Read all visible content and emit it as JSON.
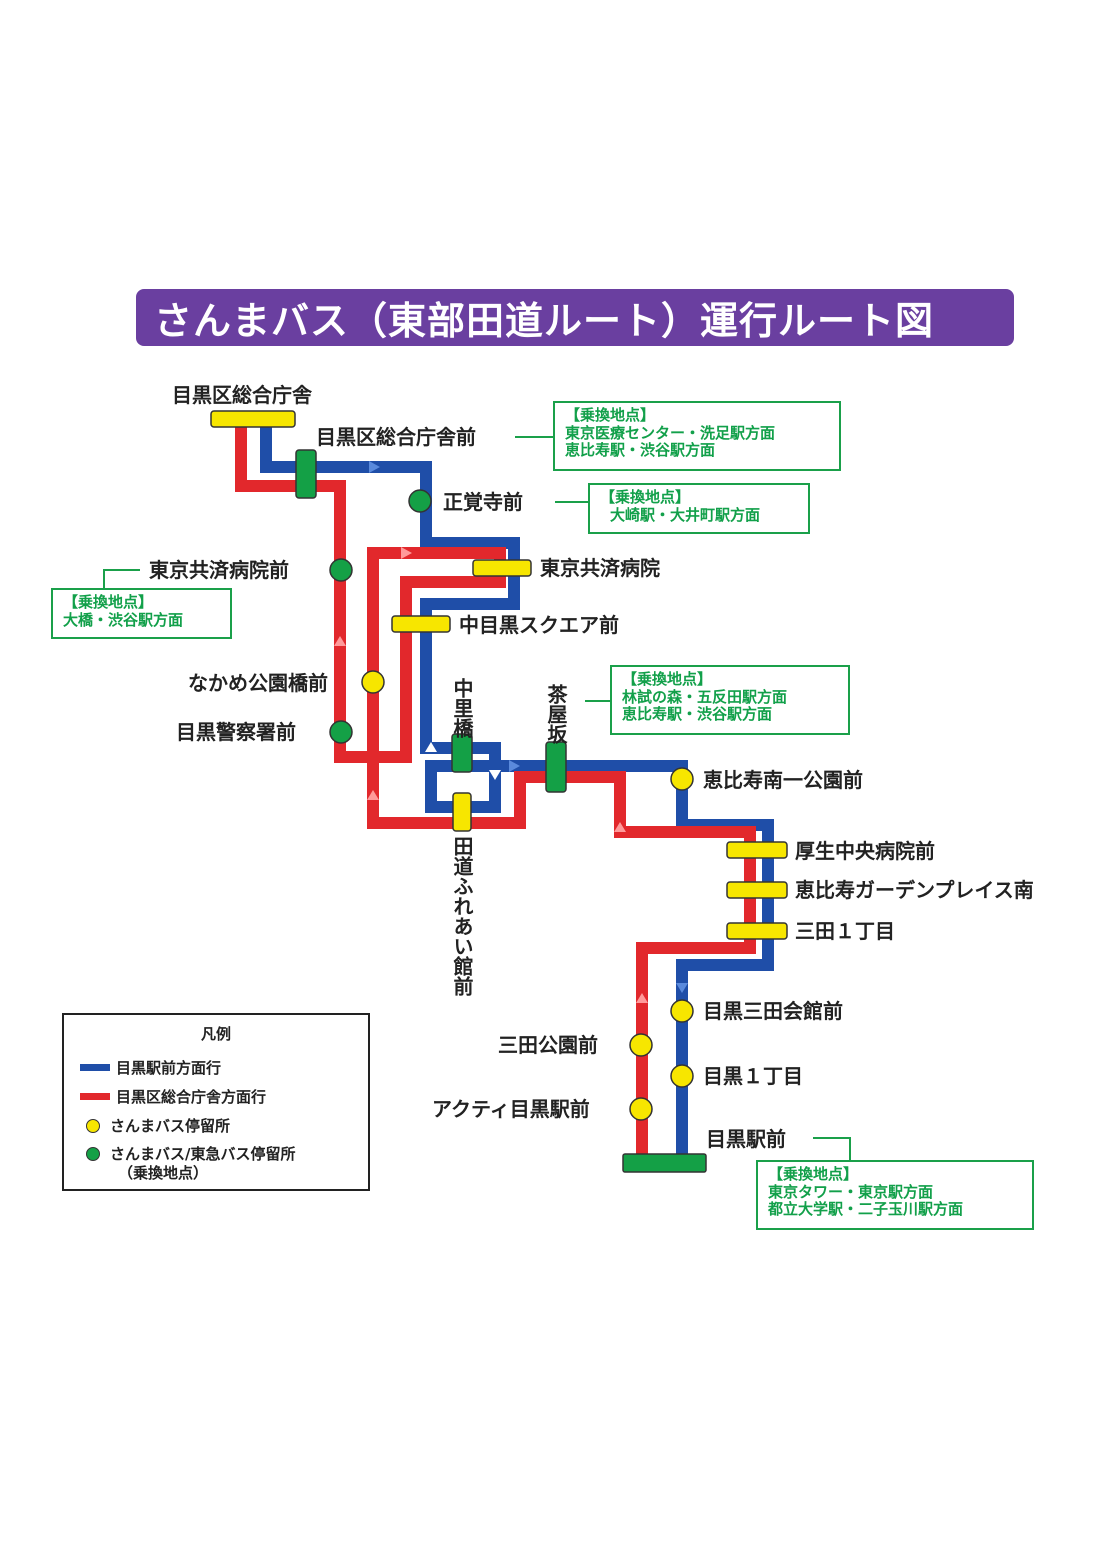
{
  "title": "さんまバス（東部田道ルート）運行ルート図",
  "colors": {
    "outbound": "#1f4ea8",
    "inbound": "#e2282c",
    "stop": "#f7e600",
    "transfer": "#14a046",
    "title_bg": "#6a3fa0",
    "transfer_text": "#12a04a"
  },
  "stops": {
    "s01": "目黒区総合庁舎",
    "s02": "目黒区総合庁舎前",
    "s03": "正覚寺前",
    "s04": "東京共済病院前",
    "s05": "東京共済病院",
    "s06": "中目黒スクエア前",
    "s07": "なかめ公園橋前",
    "s08": "目黒警察署前",
    "s09": "中里橋",
    "s10": "茶屋坂",
    "s11": "田道ふれあい館前",
    "s12": "恵比寿南一公園前",
    "s13": "厚生中央病院前",
    "s14": "恵比寿ガーデンプレイス南",
    "s15": "三田１丁目",
    "s16": "目黒三田会館前",
    "s17": "三田公園前",
    "s18": "目黒１丁目",
    "s19": "アクティ目黒駅前",
    "s20": "目黒駅前"
  },
  "transfers": [
    {
      "heading": "【乗換地点】",
      "lines": [
        "東京医療センター・洗足駅方面",
        "恵比寿駅・渋谷駅方面"
      ]
    },
    {
      "heading": "【乗換地点】",
      "lines": [
        "大崎駅・大井町駅方面"
      ]
    },
    {
      "heading": "【乗換地点】",
      "lines": [
        "大橋・渋谷駅方面"
      ]
    },
    {
      "heading": "【乗換地点】",
      "lines": [
        "林試の森・五反田駅方面",
        "恵比寿駅・渋谷駅方面"
      ]
    },
    {
      "heading": "【乗換地点】",
      "lines": [
        "東京タワー・東京駅方面",
        "都立大学駅・二子玉川駅方面"
      ]
    }
  ],
  "legend": {
    "title": "凡例",
    "blue_line": "目黒駅前方面行",
    "red_line": "目黒区総合庁舎方面行",
    "yellow_stop": "さんまバス停留所",
    "green_stop_1": "さんまバス/東急バス停留所",
    "green_stop_2": "（乗換地点）"
  }
}
